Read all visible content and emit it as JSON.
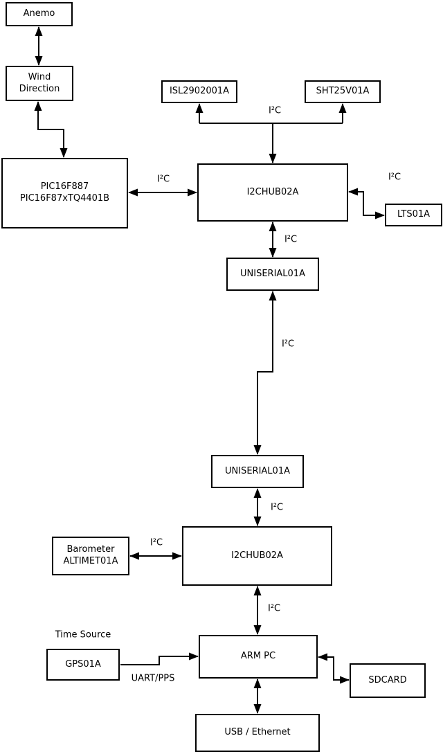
{
  "diagram": {
    "title_hint": "weather-station block diagram",
    "colors": {
      "background": "#ffffff",
      "line": "#000000",
      "box_fill": "#ffffff",
      "text": "#000000"
    },
    "nodes": {
      "anemo": {
        "label": "Anemo"
      },
      "wind_direction": {
        "line1": "Wind",
        "line2": "Direction"
      },
      "pic": {
        "line1": "PIC16F887",
        "line2": "PIC16F87xTQ4401B"
      },
      "isl": {
        "label": "ISL2902001A"
      },
      "sht": {
        "label": "SHT25V01A"
      },
      "i2c_hub_top": {
        "label": "I2CHUB02A"
      },
      "lts": {
        "label": "LTS01A"
      },
      "uniserial_top": {
        "label": "UNISERIAL01A"
      },
      "uniserial_bottom": {
        "label": "UNISERIAL01A"
      },
      "i2c_hub_bottom": {
        "label": "I2CHUB02A"
      },
      "barometer": {
        "line1": "Barometer",
        "line2": "ALTIMET01A"
      },
      "arm_pc": {
        "label": "ARM PC"
      },
      "gps": {
        "label": "GPS01A"
      },
      "sdcard": {
        "label": "SDCARD"
      },
      "usb_ethernet": {
        "label": "USB / Ethernet"
      }
    },
    "edge_labels": {
      "i2c": "I²C",
      "uart_pps": "UART/PPS"
    },
    "annotations": {
      "time_source": "Time Source"
    },
    "edges": [
      {
        "from": "anemo",
        "to": "wind_direction",
        "bidirectional": true,
        "label": ""
      },
      {
        "from": "wind_direction",
        "to": "pic",
        "bidirectional": true,
        "label": ""
      },
      {
        "from": "pic",
        "to": "i2c_hub_top",
        "bidirectional": true,
        "label": "I²C"
      },
      {
        "from": "i2c_hub_top",
        "to": "isl",
        "bidirectional": false,
        "label": "I²C"
      },
      {
        "from": "i2c_hub_top",
        "to": "sht",
        "bidirectional": false,
        "label": "I²C"
      },
      {
        "from": "i2c_hub_top",
        "to": "lts",
        "bidirectional": true,
        "label": "I²C"
      },
      {
        "from": "i2c_hub_top",
        "to": "uniserial_top",
        "bidirectional": true,
        "label": "I²C"
      },
      {
        "from": "uniserial_top",
        "to": "uniserial_bottom",
        "bidirectional": true,
        "label": "I²C"
      },
      {
        "from": "uniserial_bottom",
        "to": "i2c_hub_bottom",
        "bidirectional": true,
        "label": "I²C"
      },
      {
        "from": "barometer",
        "to": "i2c_hub_bottom",
        "bidirectional": true,
        "label": "I²C"
      },
      {
        "from": "i2c_hub_bottom",
        "to": "arm_pc",
        "bidirectional": true,
        "label": "I²C"
      },
      {
        "from": "gps",
        "to": "arm_pc",
        "bidirectional": false,
        "label": "UART/PPS"
      },
      {
        "from": "arm_pc",
        "to": "sdcard",
        "bidirectional": true,
        "label": ""
      },
      {
        "from": "arm_pc",
        "to": "usb_ethernet",
        "bidirectional": true,
        "label": ""
      }
    ]
  }
}
